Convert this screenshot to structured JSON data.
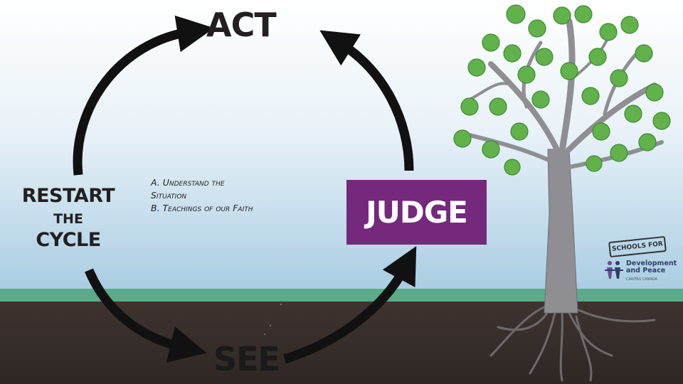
{
  "cycle": {
    "act": "ACT",
    "judge": "JUDGE",
    "see": "SEE",
    "restart": [
      "RESTART",
      "THE",
      "CYCLE"
    ]
  },
  "notes": {
    "line1": "A. Understand the",
    "line2": "Situation",
    "line3": "B. Teachings of our Faith"
  },
  "logo": {
    "badge": "SCHOOLS FOR",
    "org_line1": "Development",
    "org_line2": "and Peace",
    "org_sub": "CARITAS CANADA"
  },
  "colors": {
    "judge_box": "#74297c",
    "sky_top": "#ffffff",
    "sky_bottom": "#a9cde3",
    "grass": "#5bab8a",
    "soil": "#3a312b",
    "leaf": "#61b24a",
    "trunk": "#8e8e93",
    "arrow": "#111111"
  },
  "icons": [
    "cycle-arrow",
    "tree",
    "roots",
    "schools-for-peace-logo",
    "development-and-peace-logo"
  ]
}
